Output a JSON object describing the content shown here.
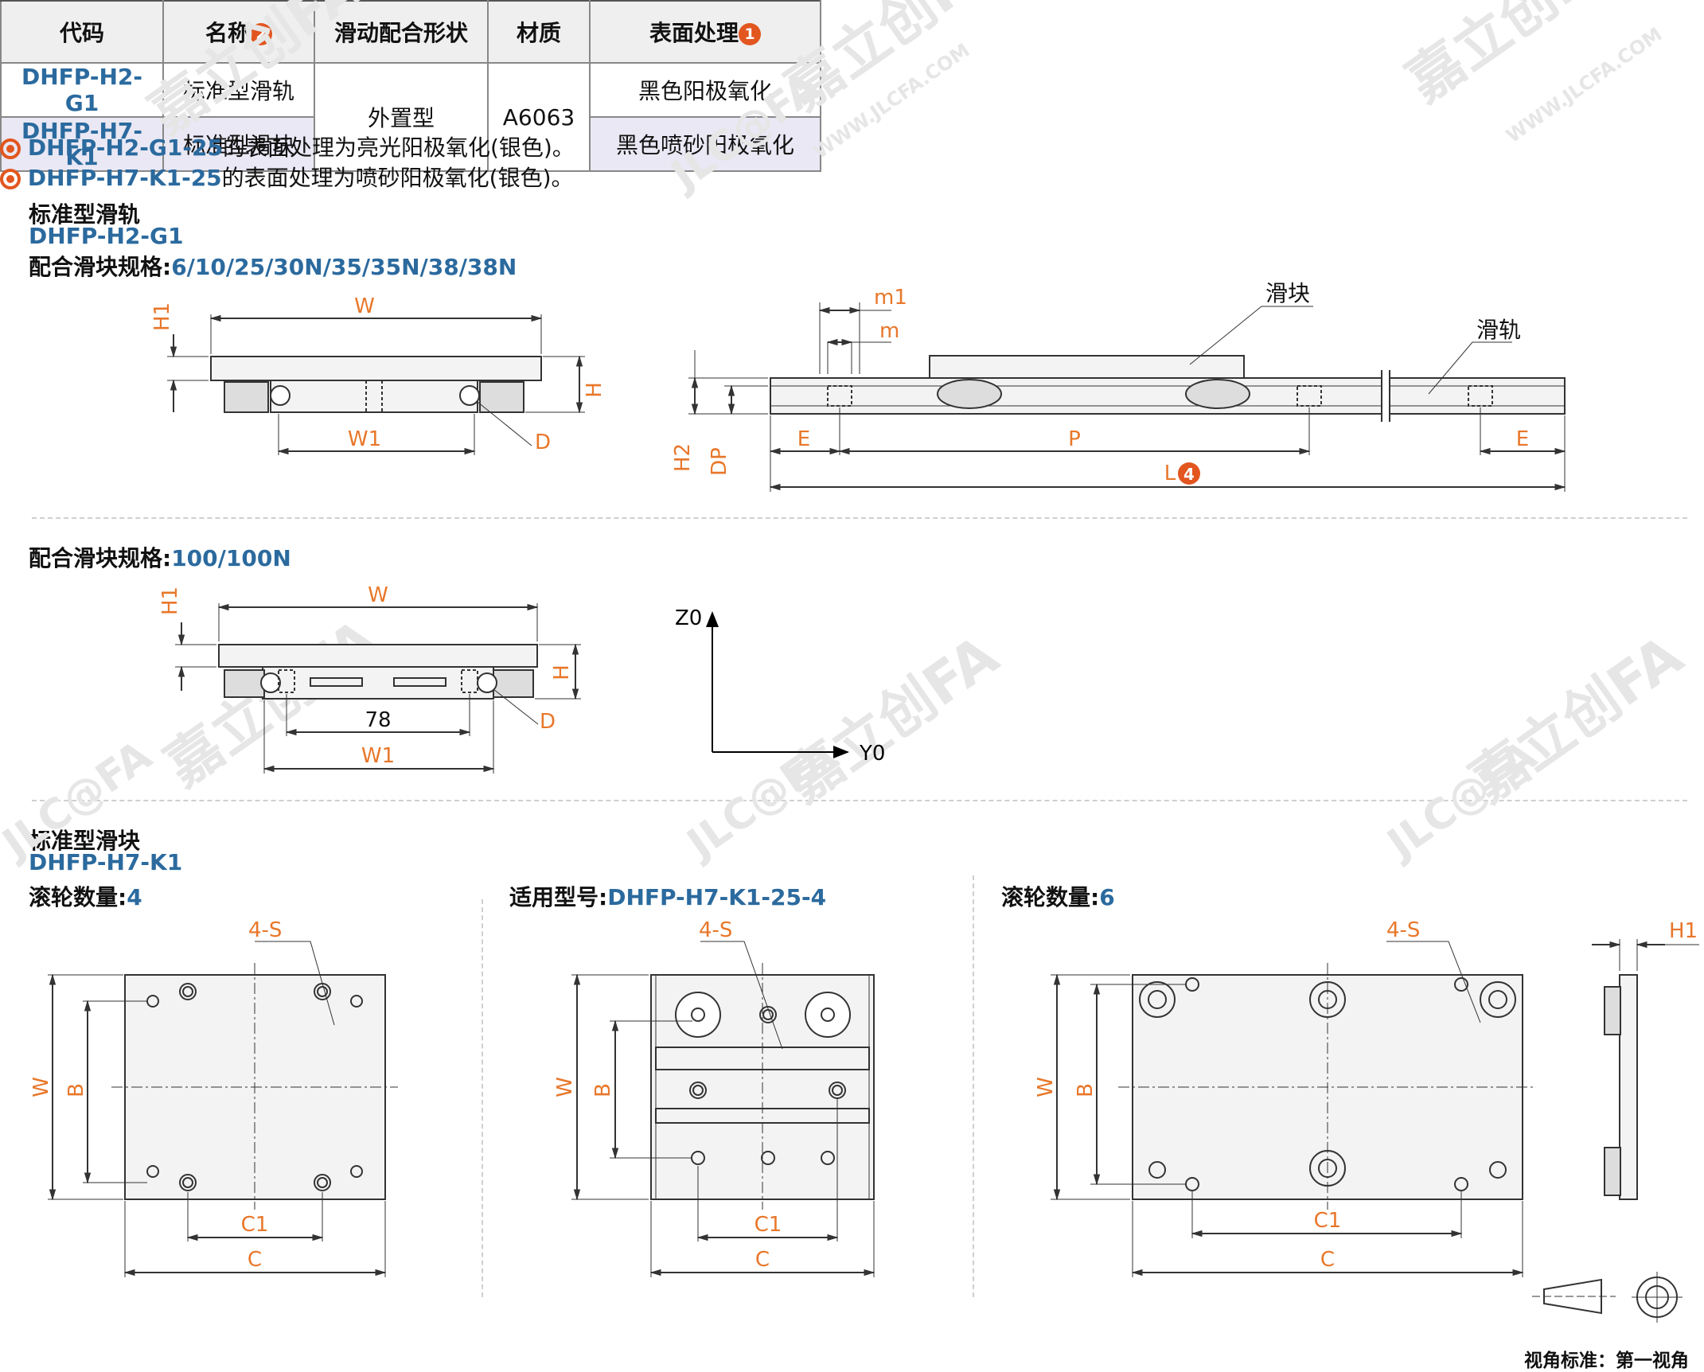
{
  "table": {
    "headers": [
      "代码",
      "名称",
      "滑动配合形状",
      "材质",
      "表面处理"
    ],
    "name_badge": "2",
    "finish_badge": "1",
    "rows": [
      {
        "code": "DHFP-H2-G1",
        "name": "标准型滑轨",
        "finish": "黑色阳极氧化"
      },
      {
        "code": "DHFP-H7-K1",
        "name": "标准型滑块",
        "finish": "黑色喷砂阳极氧化"
      }
    ],
    "shape": "外置型",
    "material": "A6063"
  },
  "notes": [
    {
      "code": "DHFP-H2-G1-25",
      "text": "的表面处理为亮光阳极氧化(银色)。"
    },
    {
      "code": "DHFP-H7-K1-25",
      "text": "的表面处理为喷砂阳极氧化(银色)。"
    }
  ],
  "rail_section": {
    "title": "标准型滑轨",
    "code": "DHFP-H2-G1",
    "spec1_label": "配合滑块规格:",
    "spec1_value": "6/10/25/30N/35/35N/38/38N",
    "spec2_label": "配合滑块规格:",
    "spec2_value": "100/100N"
  },
  "block_section": {
    "title": "标准型滑块",
    "code": "DHFP-H7-K1",
    "col1_label": "滚轮数量:",
    "col1_value": "4",
    "col2_label": "适用型号:",
    "col2_value": "DHFP-H7-K1-25-4",
    "col3_label": "滚轮数量:",
    "col3_value": "6"
  },
  "dims": {
    "H1": "H1",
    "W": "W",
    "H": "H",
    "W1": "W1",
    "D": "D",
    "m1": "m1",
    "m": "m",
    "H2": "H2",
    "DP": "DP",
    "E": "E",
    "P": "P",
    "L": "L",
    "L_badge": "4",
    "slider": "滑块",
    "rail": "滑轨",
    "dim78": "78",
    "Z0": "Z0",
    "Y0": "Y0",
    "S4": "4-S",
    "B": "B",
    "C1": "C1",
    "C": "C"
  },
  "view_standard": "视角标准：第一视角",
  "watermark": [
    "嘉立创FA",
    "WWW.JLCFA.COM",
    "JLC@FA"
  ],
  "colors": {
    "code_blue": "#2b6a9e",
    "dim_orange": "#e8772a",
    "badge": "#e2561f"
  }
}
